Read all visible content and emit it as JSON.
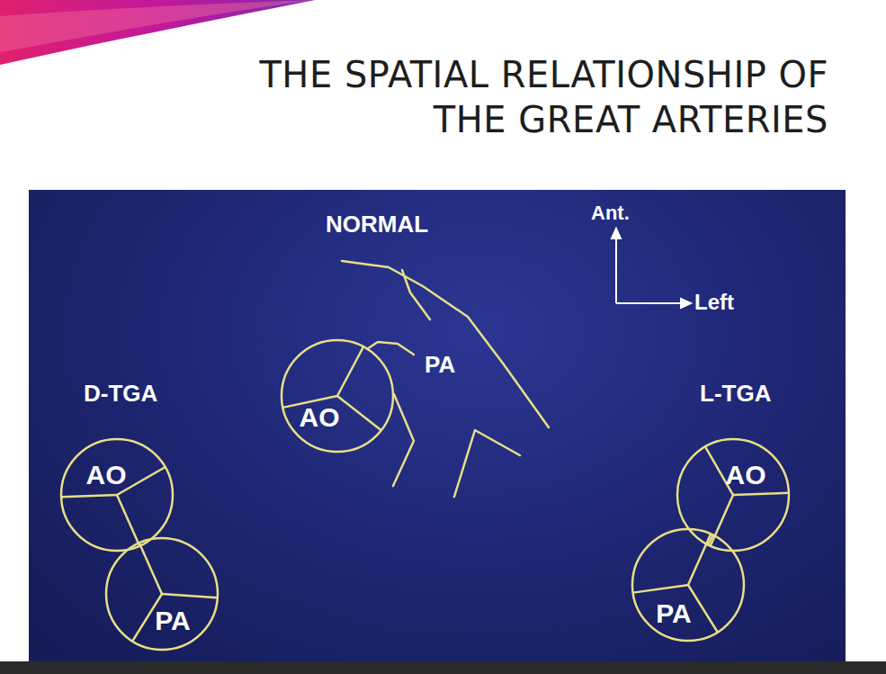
{
  "diagram": {
    "title": "THE SPATIAL RELATIONSHIP OF THE GREAT ARTERIES",
    "nodes": [
      {
        "text": [
          "AO"
        ]
      },
      {
        "text": [
          "AO"
        ]
      },
      {
        "text": [
          "PA"
        ]
      },
      {
        "text": [
          "AO"
        ]
      },
      {
        "text": [
          "PA"
        ]
      }
    ],
    "edges": [
      {
        "from": 1,
        "to": 2,
        "arrow": "none"
      },
      {
        "from": 3,
        "to": 4,
        "arrow": "none"
      }
    ],
    "labels": [
      "NORMAL",
      "Ant.",
      "Left",
      "PA",
      "D-TGA",
      "L-TGA"
    ]
  }
}
